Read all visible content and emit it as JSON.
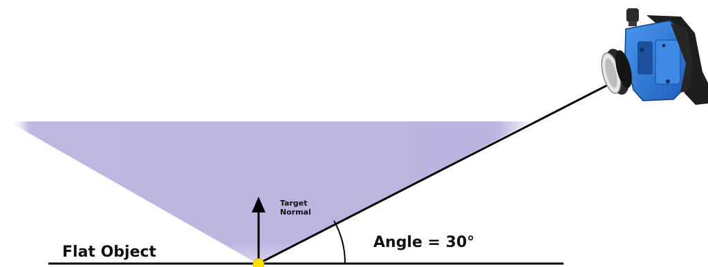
{
  "labels": {
    "surface": "Flat Object",
    "normal_line1": "Target",
    "normal_line2": "Normal",
    "angle": "Angle = 30°"
  },
  "colors": {
    "light_cone": "#bcb3e0",
    "line": "#000000",
    "target_point": "#ffe000",
    "camera_body": "#2f79d9",
    "camera_dark": "#1e1e1e"
  },
  "icons": {
    "camera": "camera-icon",
    "arrow": "arrow-up-icon",
    "target": "target-dot-icon"
  },
  "angle_deg": 30
}
